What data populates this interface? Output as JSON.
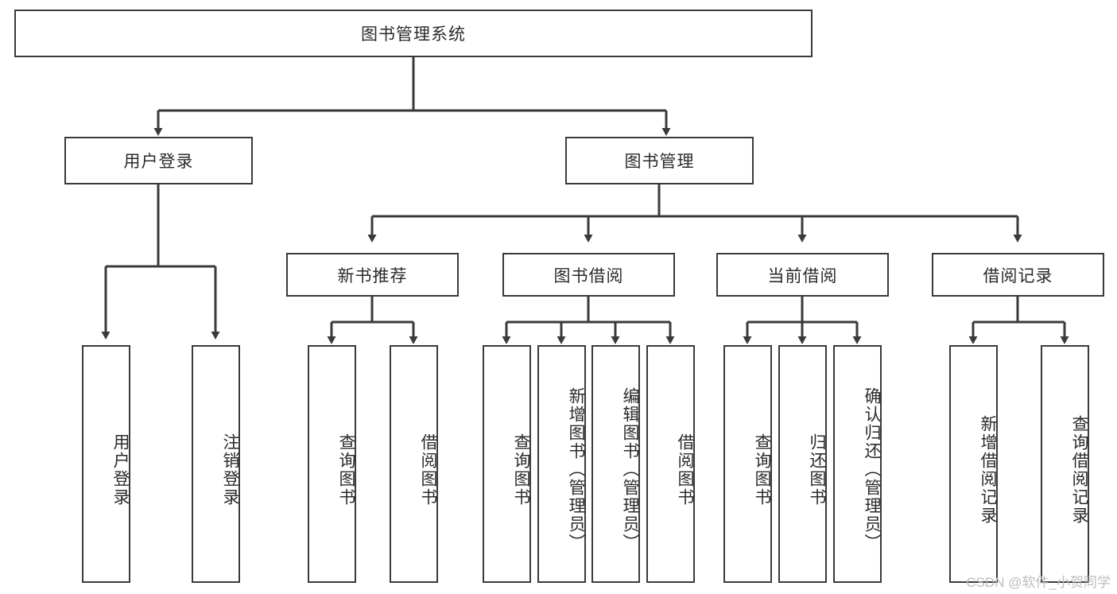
{
  "diagram": {
    "title": "图书管理系统",
    "type": "tree",
    "line_color": "#3a3a3a",
    "text_color": "#2b2b2b",
    "background": "#ffffff",
    "watermark": "CSDN @软件_小贺同学"
  },
  "nodes": {
    "root": {
      "label": "图书管理系统"
    },
    "level1": [
      {
        "id": "user-login",
        "label": "用户登录"
      },
      {
        "id": "book-manage",
        "label": "图书管理"
      }
    ],
    "level2": [
      {
        "id": "new-book-rec",
        "label": "新书推荐"
      },
      {
        "id": "book-borrow",
        "label": "图书借阅"
      },
      {
        "id": "current-borrow",
        "label": "当前借阅"
      },
      {
        "id": "borrow-record",
        "label": "借阅记录"
      }
    ],
    "leaves": {
      "user_login": [
        {
          "id": "leaf-user-login",
          "label": "用户登录"
        },
        {
          "id": "leaf-logout",
          "label": "注销登录"
        }
      ],
      "new_book_rec": [
        {
          "id": "leaf-query-book-1",
          "label": "查询图书"
        },
        {
          "id": "leaf-borrow-book-1",
          "label": "借阅图书"
        }
      ],
      "book_borrow": [
        {
          "id": "leaf-query-book-2",
          "label": "查询图书"
        },
        {
          "id": "leaf-add-book",
          "label": "新增图书（管理员）"
        },
        {
          "id": "leaf-edit-book",
          "label": "编辑图书（管理员）"
        },
        {
          "id": "leaf-borrow-book-2",
          "label": "借阅图书"
        }
      ],
      "current_borrow": [
        {
          "id": "leaf-query-book-3",
          "label": "查询图书"
        },
        {
          "id": "leaf-return-book",
          "label": "归还图书"
        },
        {
          "id": "leaf-confirm-return",
          "label": "确认归还（管理员）"
        }
      ],
      "borrow_record": [
        {
          "id": "leaf-add-record",
          "label": "新增借阅记录"
        },
        {
          "id": "leaf-query-record",
          "label": "查询借阅记录"
        }
      ]
    }
  }
}
